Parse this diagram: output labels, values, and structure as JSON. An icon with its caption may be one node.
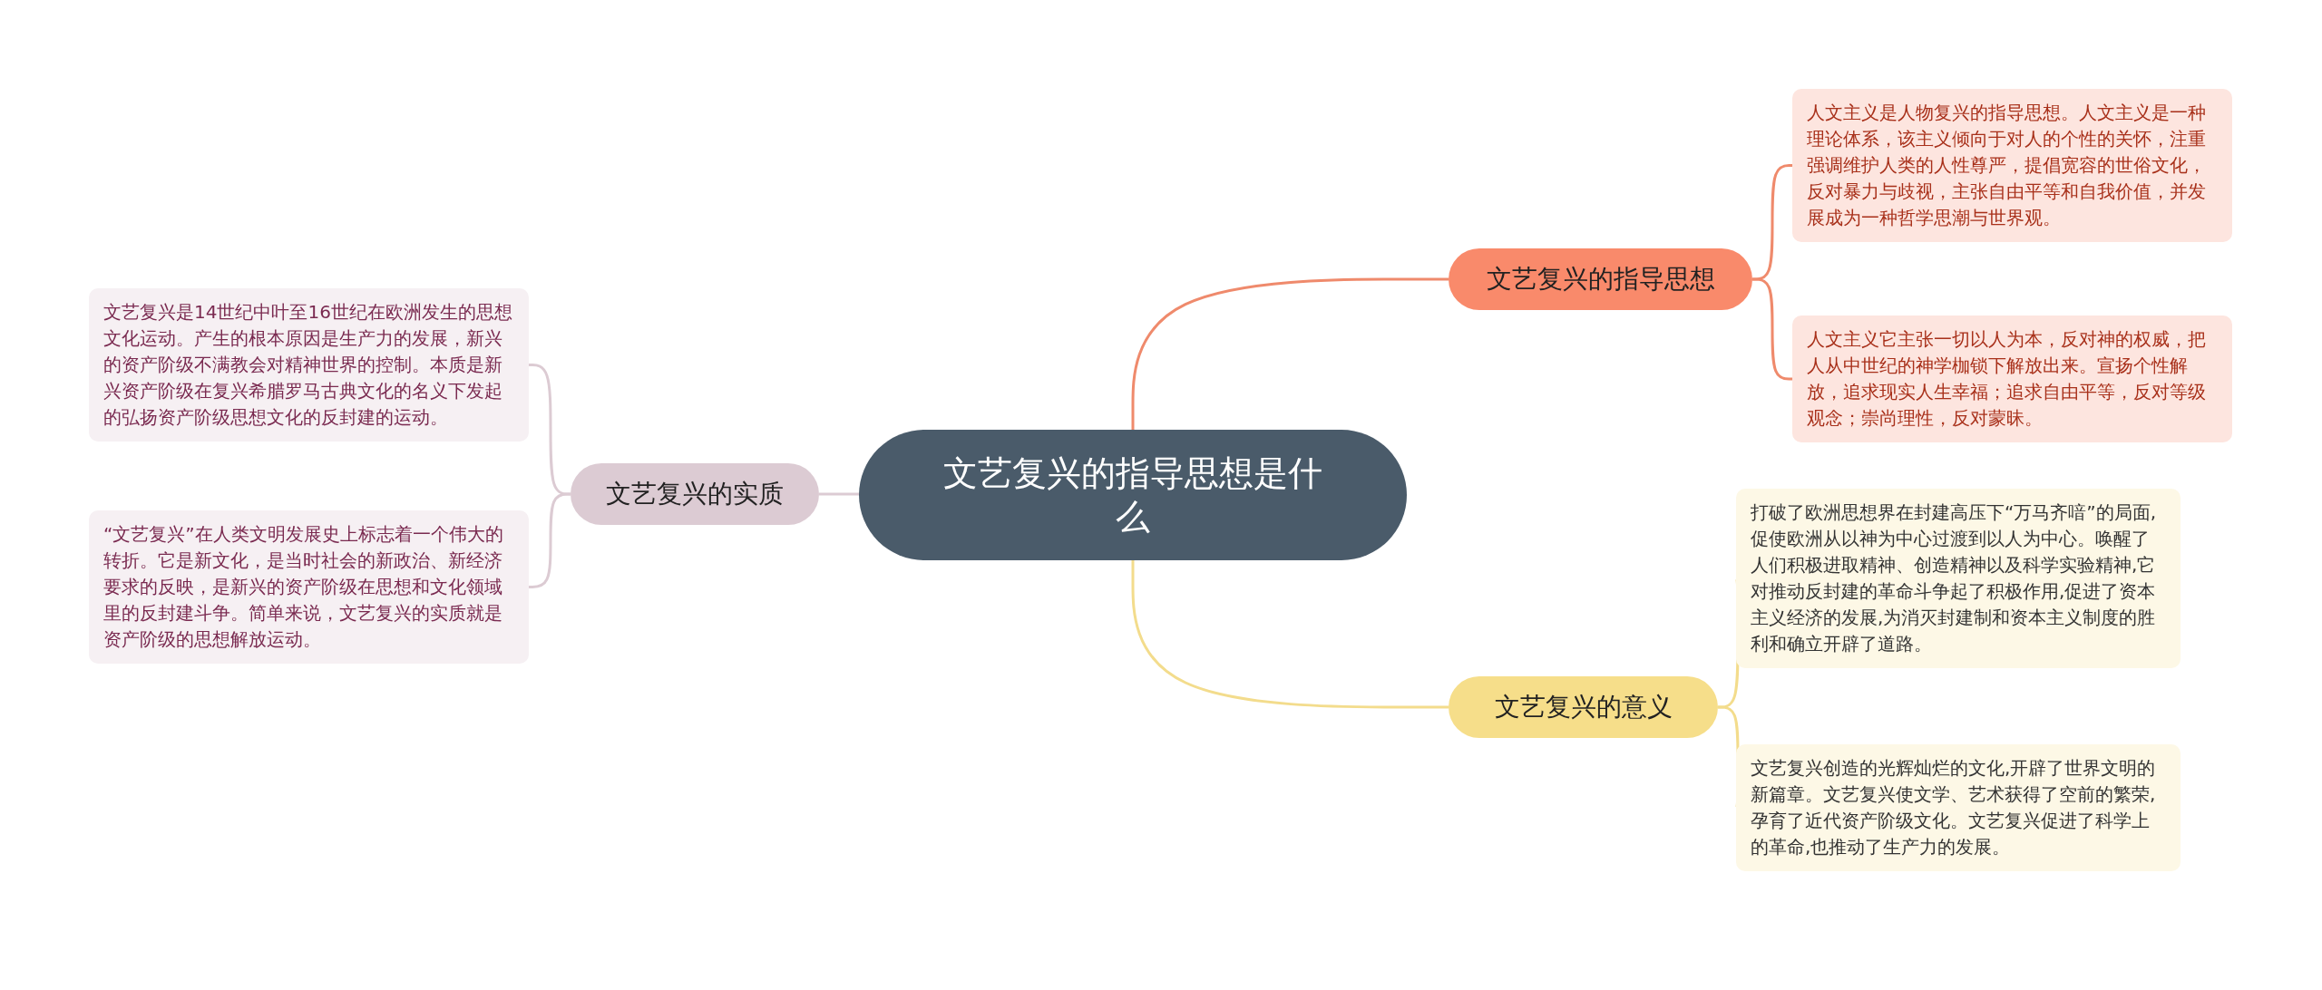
{
  "diagram": {
    "nodes": [
      {
        "text": [
          "文艺复兴的指导思想是什么"
        ]
      },
      {
        "text": [
          "文艺复兴的实质"
        ]
      },
      {
        "text": [
          "文艺复兴是14世纪中叶至16世纪在欧洲发生的思想文化运动。产生的根本原因是生产力的发展，新兴的资产阶级不满教会对精神世界的控制。本质是新兴资产阶级在复兴希腊罗马古典文化的名义下发起的弘扬资产阶级思想文化的反封建的运动。"
        ]
      },
      {
        "text": [
          "“文艺复兴”在人类文明发展史上标志着一个伟大的转折。它是新文化，是当时社会的新政治、新经济要求的反映，是新兴的资产阶级在思想和文化领域里的反封建斗争。简单来说，文艺复兴的实质就是资产阶级的思想解放运动。"
        ]
      },
      {
        "text": [
          "文艺复兴的指导思想"
        ]
      },
      {
        "text": [
          "人文主义是人物复兴的指导思想。人文主义是一种理论体系，该主义倾向于对人的个性的关怀，注重强调维护人类的人性尊严，提倡宽容的世俗文化，反对暴力与歧视，主张自由平等和自我价值，并发展成为一种哲学思潮与世界观。"
        ]
      },
      {
        "text": [
          "人文主义它主张一切以人为本，反对神的权威，把人从中世纪的神学枷锁下解放出来。宣扬个性解放，追求现实人生幸福；追求自由平等，反对等级观念；崇尚理性，反对蒙昧。"
        ]
      },
      {
        "text": [
          "文艺复兴的意义"
        ]
      },
      {
        "text": [
          "打破了欧洲思想界在封建高压下“万马齐喑”的局面,促使欧洲从以神为中心过渡到以人为中心。唤醒了人们积极进取精神、创造精神以及科学实验精神,它对推动反封建的革命斗争起了积极作用,促进了资本主义经济的发展,为消灭封建制和资本主义制度的胜利和确立开辟了道路。"
        ]
      },
      {
        "text": [
          "文艺复兴创造的光辉灿烂的文化,开辟了世界文明的新篇章。文艺复兴使文学、艺术获得了空前的繁荣,孕育了近代资产阶级文化。文艺复兴促进了科学上的革命,也推动了生产力的发展。"
        ]
      }
    ],
    "edges": [
      {
        "from": 0,
        "to": 1,
        "arrow": "none",
        "color": "#dccbd3"
      },
      {
        "from": 1,
        "to": 2,
        "arrow": "none",
        "color": "#dccbd3"
      },
      {
        "from": 1,
        "to": 3,
        "arrow": "none",
        "color": "#dccbd3"
      },
      {
        "from": 0,
        "to": 4,
        "arrow": "none",
        "color": "#ef8a6c"
      },
      {
        "from": 4,
        "to": 5,
        "arrow": "none",
        "color": "#ef8a6c"
      },
      {
        "from": 4,
        "to": 6,
        "arrow": "none",
        "color": "#ef8a6c"
      },
      {
        "from": 0,
        "to": 7,
        "arrow": "none",
        "color": "#f3dc8c"
      },
      {
        "from": 7,
        "to": 8,
        "arrow": "none",
        "color": "#f3dc8c"
      },
      {
        "from": 7,
        "to": 9,
        "arrow": "none",
        "color": "#f3dc8c"
      }
    ]
  }
}
